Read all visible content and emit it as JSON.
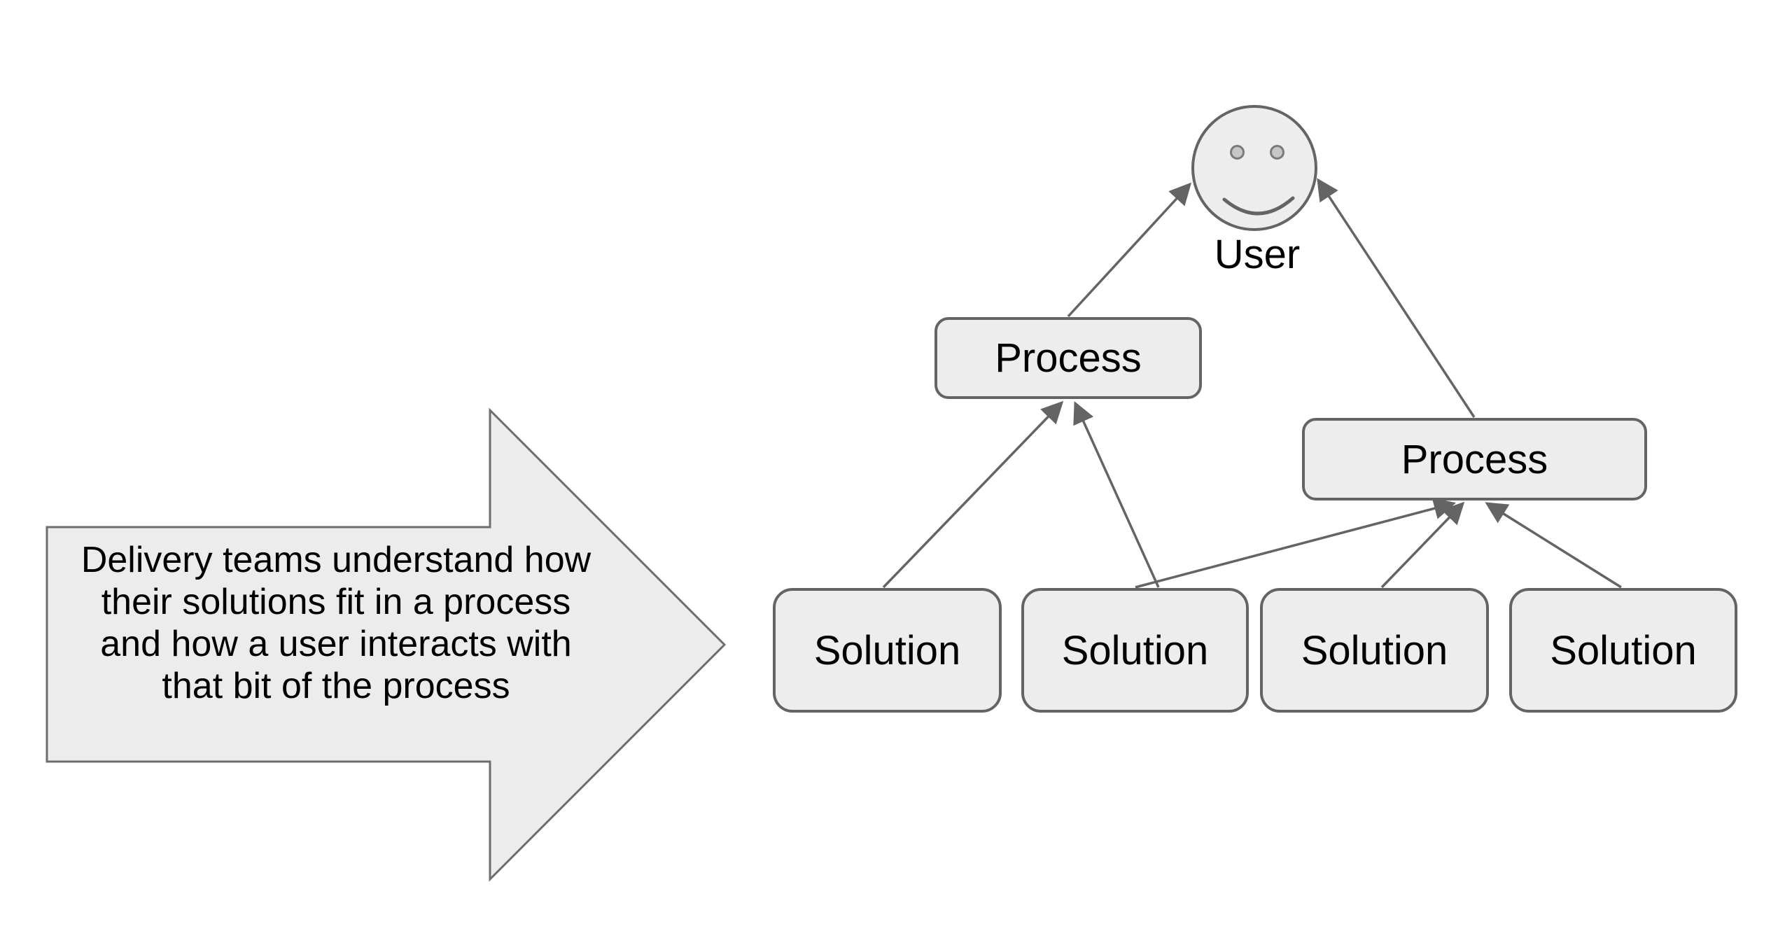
{
  "callout": {
    "full_text": "Delivery teams understand how their solutions fit in a process and how a user interacts with that bit of the process",
    "lines": [
      "Delivery teams understand how",
      "their solutions fit in a process",
      "and how a user interacts with",
      "that bit of the process"
    ]
  },
  "diagram": {
    "user": {
      "id": "user",
      "label": "User",
      "icon": "smiley-face-icon"
    },
    "process_boxes": [
      {
        "id": "process-1",
        "label": "Process"
      },
      {
        "id": "process-2",
        "label": "Process"
      }
    ],
    "solution_boxes": [
      {
        "id": "solution-1",
        "label": "Solution"
      },
      {
        "id": "solution-2",
        "label": "Solution"
      },
      {
        "id": "solution-3",
        "label": "Solution"
      },
      {
        "id": "solution-4",
        "label": "Solution"
      }
    ],
    "connections": [
      {
        "from": "process-1",
        "to": "user"
      },
      {
        "from": "process-2",
        "to": "user"
      },
      {
        "from": "solution-1",
        "to": "process-1"
      },
      {
        "from": "solution-2",
        "to": "process-1"
      },
      {
        "from": "solution-2",
        "to": "process-2"
      },
      {
        "from": "solution-3",
        "to": "process-2"
      },
      {
        "from": "solution-4",
        "to": "process-2"
      }
    ]
  },
  "colors": {
    "background": "#ffffff",
    "shape_fill": "#ededed",
    "shape_border": "#646464",
    "connector": "#646464",
    "callout_fill": "#ececec",
    "callout_border": "#6e6e6e",
    "text": "#000000"
  }
}
